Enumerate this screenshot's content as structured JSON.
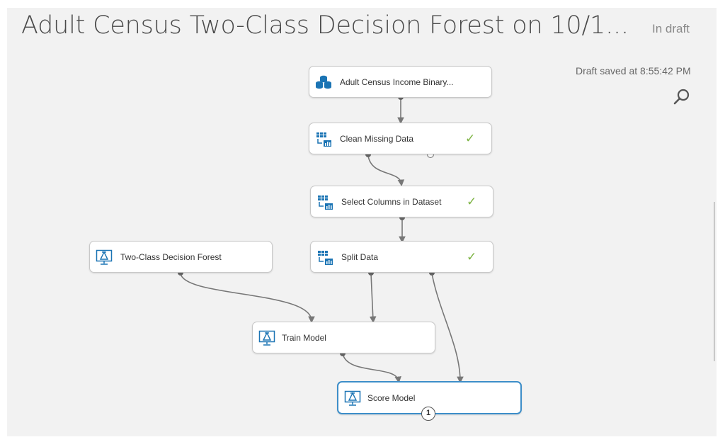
{
  "header": {
    "title": "Adult Census Two-Class Decision Forest on 10/1...",
    "status": "In draft",
    "saved": "Draft saved at 8:55:42 PM"
  },
  "nodes": [
    {
      "id": "dataset",
      "label": "Adult Census Income Binary...",
      "icon": "dataset-icon",
      "done": false
    },
    {
      "id": "clean",
      "label": "Clean Missing Data",
      "icon": "data-transform-icon",
      "done": true
    },
    {
      "id": "select",
      "label": "Select Columns in Dataset",
      "icon": "data-transform-icon",
      "done": true
    },
    {
      "id": "split",
      "label": "Split Data",
      "icon": "data-transform-icon",
      "done": true
    },
    {
      "id": "forest",
      "label": "Two-Class Decision Forest",
      "icon": "model-icon",
      "done": false
    },
    {
      "id": "train",
      "label": "Train Model",
      "icon": "model-icon",
      "done": false
    },
    {
      "id": "score",
      "label": "Score Model",
      "icon": "model-icon",
      "done": false,
      "selected": true,
      "badge": "1"
    }
  ],
  "icons": {
    "search": "search-icon",
    "check": "checkmark-icon"
  },
  "colors": {
    "accent": "#3d8ec9",
    "check": "#7cb342",
    "icon": "#1b74b4"
  }
}
